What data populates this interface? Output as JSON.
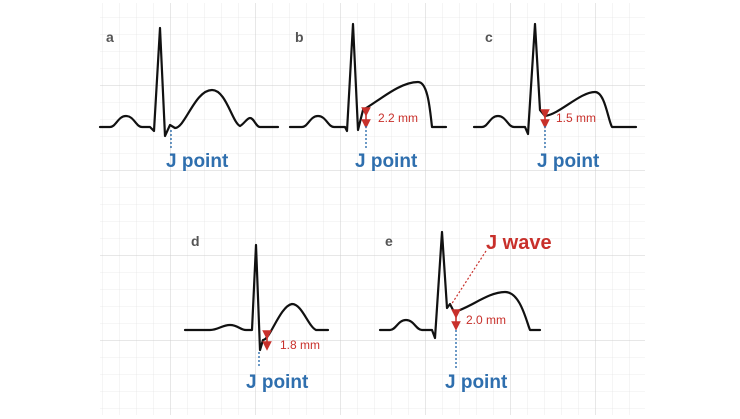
{
  "panels": [
    {
      "letter": "a",
      "j_label": "J point"
    },
    {
      "letter": "b",
      "j_label": "J point",
      "measure": "2.2 mm"
    },
    {
      "letter": "c",
      "j_label": "J point",
      "measure": "1.5 mm"
    },
    {
      "letter": "d",
      "j_label": "J point",
      "measure": "1.8 mm"
    },
    {
      "letter": "e",
      "j_label": "J point",
      "measure": "2.0 mm",
      "wave_label": "J wave"
    }
  ],
  "colors": {
    "grid": "#d9d9d9",
    "trace": "#111111",
    "j_label": "#2f6fae",
    "measure": "#c8302b"
  }
}
